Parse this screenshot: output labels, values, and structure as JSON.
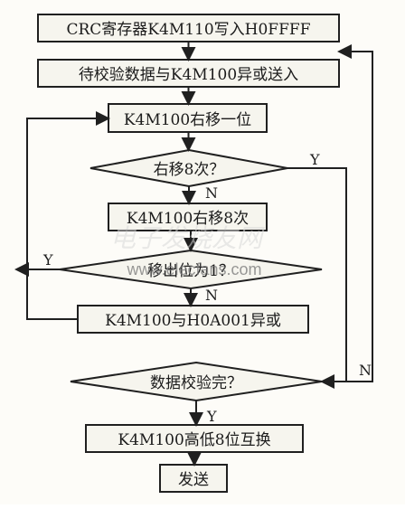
{
  "flowchart": {
    "nodes": {
      "init_crc": "CRC寄存器K4M110写入H0FFFF",
      "xor_input": "待校验数据与K4M100异或送入",
      "shift_one": "K4M100右移一位",
      "shift_8_check": "右移8次？",
      "shift_8_times": "K4M100右移8次",
      "carry_check": "移出位为1？",
      "xor_poly": "K4M100与H0A001异或",
      "data_done_check": "数据校验完？",
      "swap_bytes": "K4M100高低8位互换",
      "send": "发送"
    },
    "edge_labels": {
      "shift_yes": "Y",
      "shift_no": "N",
      "carry_yes": "Y",
      "carry_no": "N",
      "done_yes": "Y",
      "done_no": "N"
    }
  },
  "watermark": {
    "site_name": "电子发烧友网",
    "url": "www.elecfans.com"
  },
  "colors": {
    "line": "#202020",
    "box_fill": "#f6f5ee",
    "background": "#fdfcf8",
    "watermark": "#d8d8d8"
  }
}
